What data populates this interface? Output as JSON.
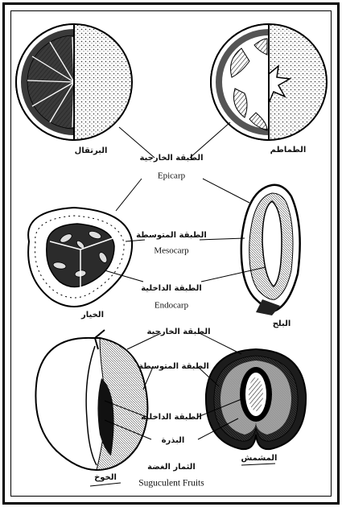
{
  "fruits": {
    "orange": "البرتقال",
    "tomato": "الطماطم",
    "cucumber": "الخيار",
    "date": "البلح",
    "peach": "الخوخ",
    "apricot": "المشمش"
  },
  "layers_top": {
    "epicarp_ar": "الطبقة الخارجية",
    "epicarp_en": "Epicarp",
    "mesocarp_ar": "الطبقة المتوسطة",
    "mesocarp_en": "Mesocarp",
    "endocarp_ar": "الطبقة الداخلية",
    "endocarp_en": "Endocarp"
  },
  "layers_bottom": {
    "epicarp_ar": "الطبقة الخارجية",
    "mesocarp_ar": "الطبقة المتوسطة",
    "endocarp_ar": "الطبقة الداخلية",
    "seed_ar": "البذرة"
  },
  "caption": {
    "ar": "الثمار الغضة",
    "en": "Suguculent Fruits"
  }
}
